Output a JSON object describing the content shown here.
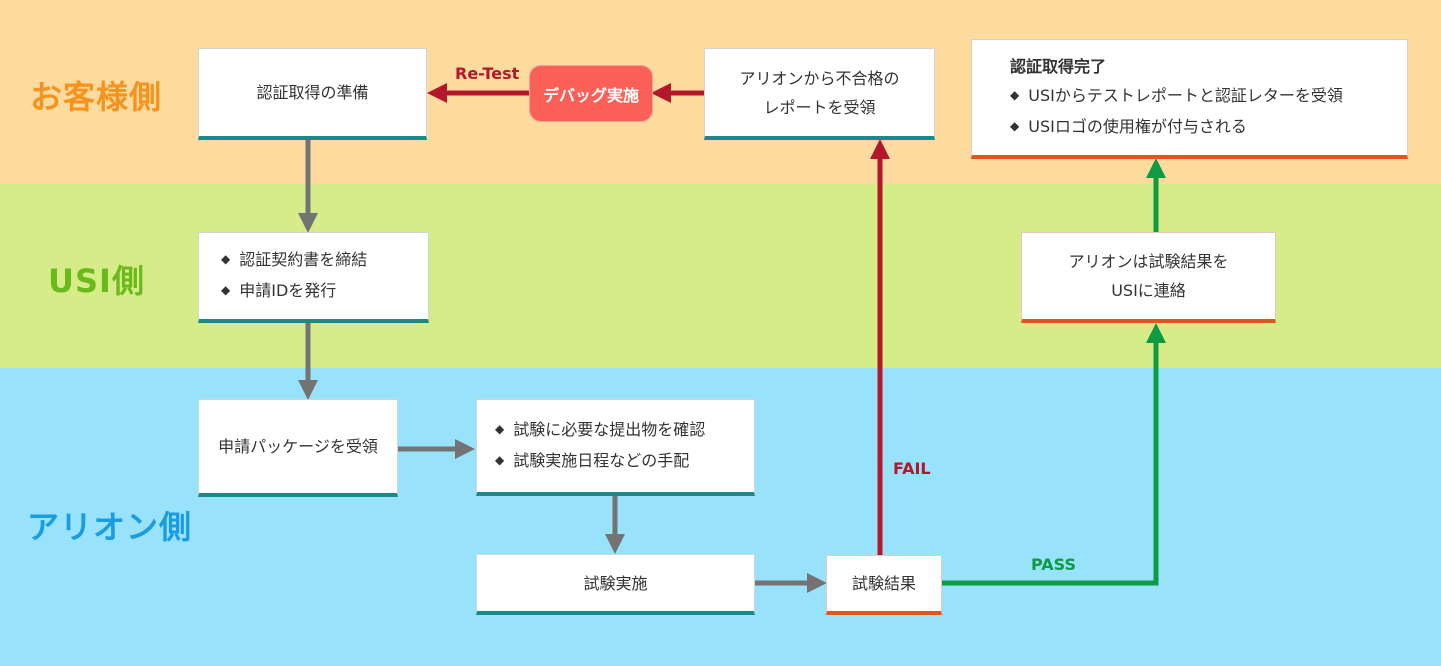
{
  "lanes": {
    "customer": {
      "label": "お客様側",
      "bg": "#fddb9e",
      "color": "#f6921e"
    },
    "usi": {
      "label": "USI側",
      "bg": "#d5ec88",
      "color": "#6bba1b"
    },
    "arion": {
      "label": "アリオン側",
      "bg": "#99e2fb",
      "color": "#1a9de0"
    }
  },
  "nodes": {
    "prep": {
      "text": "認証取得の準備"
    },
    "contract": {
      "items": [
        "認証契約書を締結",
        "申請IDを発行"
      ]
    },
    "receive_pkg": {
      "text": "申請パッケージを受領"
    },
    "check": {
      "items": [
        "試験に必要な提出物を確認",
        "試験実施日程などの手配"
      ]
    },
    "test": {
      "text": "試験実施"
    },
    "result": {
      "text": "試験結果"
    },
    "fail_report": {
      "lines": [
        "アリオンから不合格の",
        "レポートを受領"
      ]
    },
    "debug": {
      "text": "デバッグ実施"
    },
    "notify": {
      "lines": [
        "アリオンは試験結果を",
        "USIに連絡"
      ]
    },
    "complete": {
      "title": "認証取得完了",
      "items": [
        "USIからテストレポートと認証レターを受領",
        "USIロゴの使用権が付与される"
      ]
    }
  },
  "edges": {
    "retest": "Re-Test",
    "fail": "FAIL",
    "pass": "PASS"
  },
  "colors": {
    "gray_arrow": "#737373",
    "red_arrow": "#b3172c",
    "green_arrow": "#0f9a44",
    "teal": "#1a8a87",
    "orange": "#e0561f"
  }
}
